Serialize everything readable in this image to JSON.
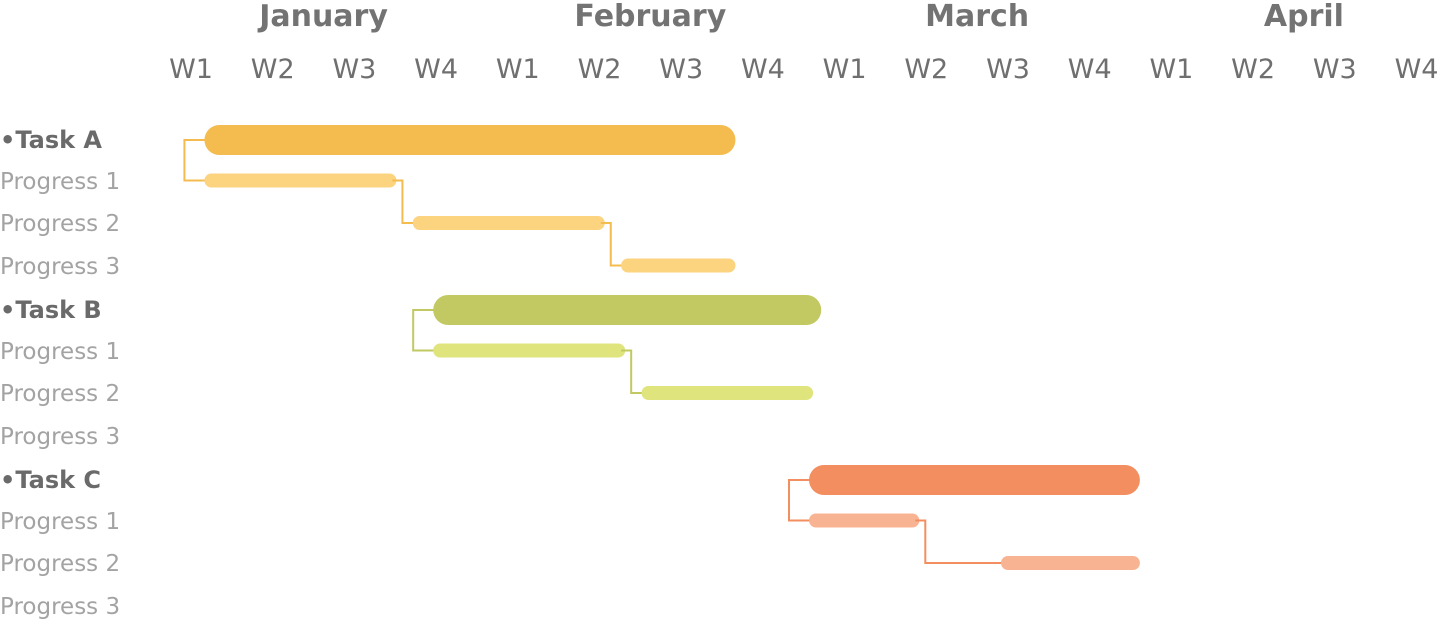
{
  "chart_data": {
    "type": "gantt",
    "months": [
      {
        "name": "January",
        "weeks": [
          "W1",
          "W2",
          "W3",
          "W4"
        ]
      },
      {
        "name": "February",
        "weeks": [
          "W1",
          "W2",
          "W3",
          "W4"
        ]
      },
      {
        "name": "March",
        "weeks": [
          "W1",
          "W2",
          "W3",
          "W4"
        ]
      },
      {
        "name": "April",
        "weeks": [
          "W1",
          "W2",
          "W3",
          "W4"
        ]
      }
    ],
    "tasks": [
      {
        "label": "•Task A",
        "color": "#f4bc4f",
        "sub_color": "#fcd37f",
        "start_week": 0.25,
        "end_week": 6.75,
        "progress": [
          {
            "label": "Progress 1",
            "start_week": 0.25,
            "end_week": 2.6
          },
          {
            "label": "Progress 2",
            "start_week": 2.8,
            "end_week": 5.15
          },
          {
            "label": "Progress 3",
            "start_week": 5.35,
            "end_week": 6.75
          }
        ]
      },
      {
        "label": "•Task B",
        "color": "#c2c963",
        "sub_color": "#dfe47c",
        "start_week": 3.05,
        "end_week": 7.8,
        "progress": [
          {
            "label": "Progress 1",
            "start_week": 3.05,
            "end_week": 5.4
          },
          {
            "label": "Progress 2",
            "start_week": 5.6,
            "end_week": 7.7
          },
          {
            "label": "Progress 3"
          }
        ]
      },
      {
        "label": "•Task C",
        "color": "#f38e60",
        "sub_color": "#f8b393",
        "start_week": 7.65,
        "end_week": 11.7,
        "progress": [
          {
            "label": "Progress 1",
            "start_week": 7.65,
            "end_week": 9.0
          },
          {
            "label": "Progress 2",
            "start_week": 10.0,
            "end_week": 11.7
          },
          {
            "label": "Progress 3"
          }
        ]
      }
    ]
  }
}
